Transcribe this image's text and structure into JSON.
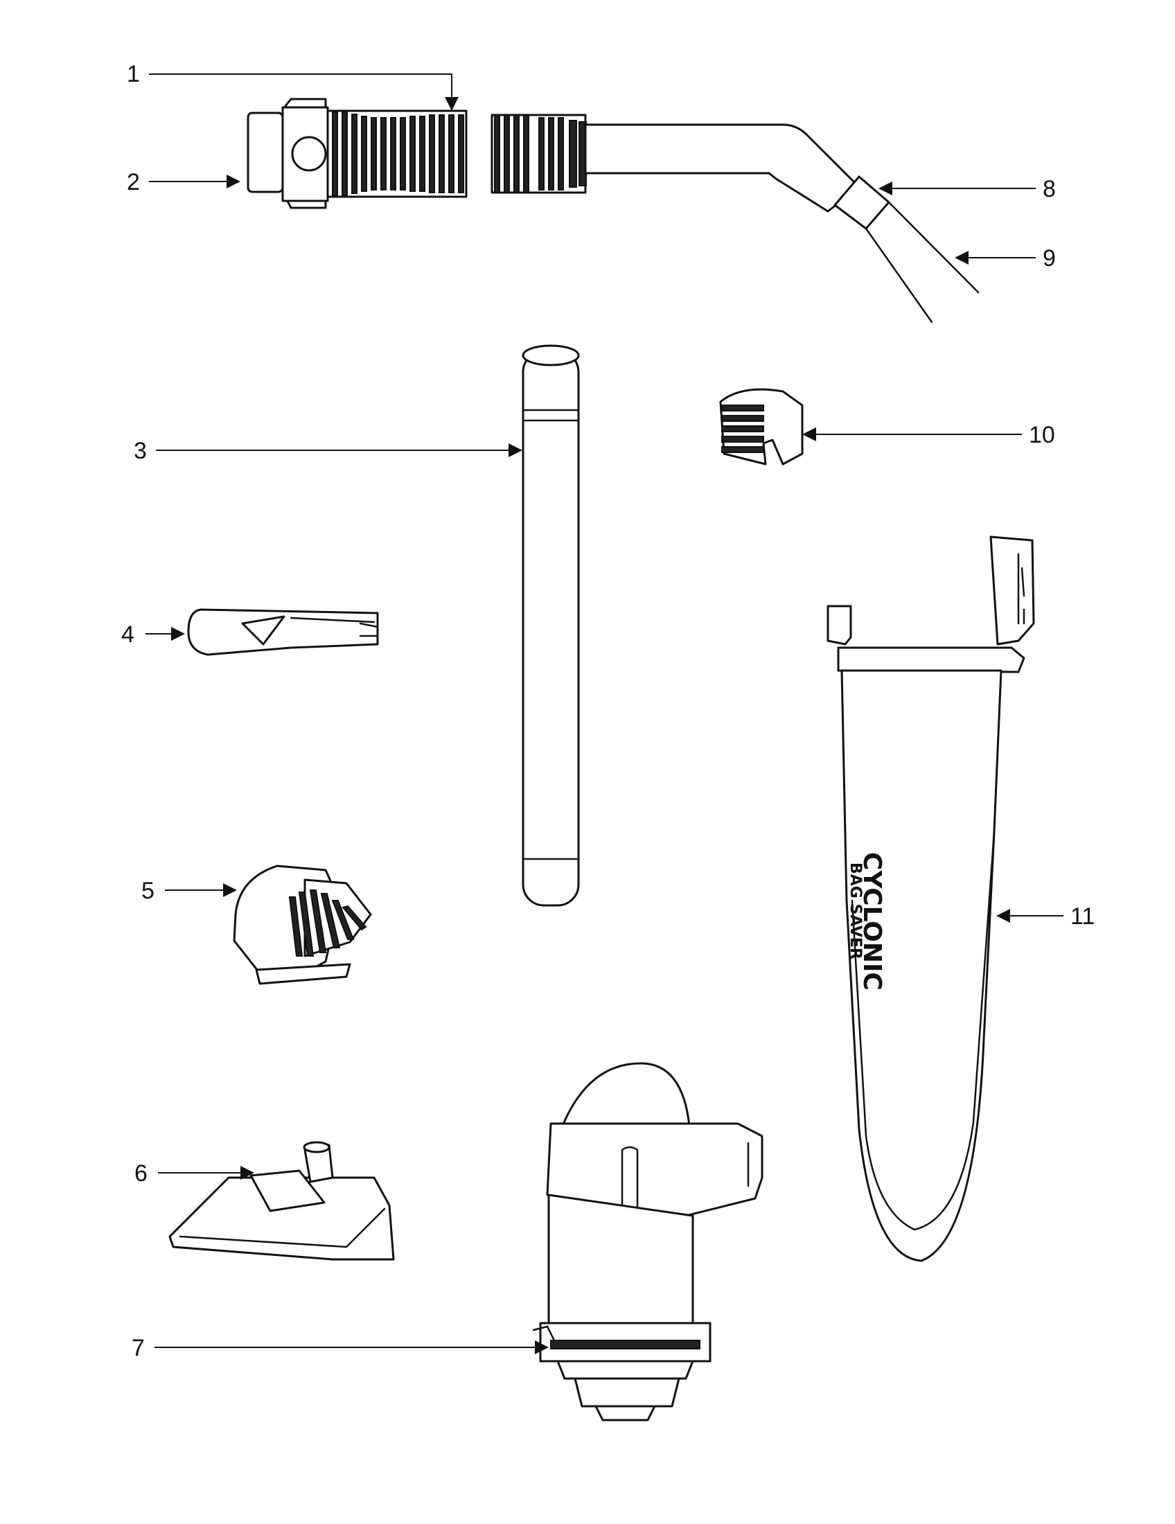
{
  "callouts": [
    {
      "id": "1",
      "label": "1"
    },
    {
      "id": "2",
      "label": "2"
    },
    {
      "id": "3",
      "label": "3"
    },
    {
      "id": "4",
      "label": "4"
    },
    {
      "id": "5",
      "label": "5"
    },
    {
      "id": "6",
      "label": "6"
    },
    {
      "id": "7",
      "label": "7"
    },
    {
      "id": "8",
      "label": "8"
    },
    {
      "id": "9",
      "label": "9"
    },
    {
      "id": "10",
      "label": "10"
    },
    {
      "id": "11",
      "label": "11"
    }
  ],
  "bag_text": {
    "line1": "CYCLONIC",
    "line2": "BAG SAVER"
  },
  "icons": {
    "hose": "hose-assembly-icon",
    "wand": "extension-wand-icon",
    "crevice": "crevice-tool-icon",
    "brush": "dusting-brush-icon",
    "floor": "floor-tool-icon",
    "canister": "cyclonic-canister-icon",
    "clip": "hose-clip-icon",
    "bag": "bag-saver-icon"
  }
}
